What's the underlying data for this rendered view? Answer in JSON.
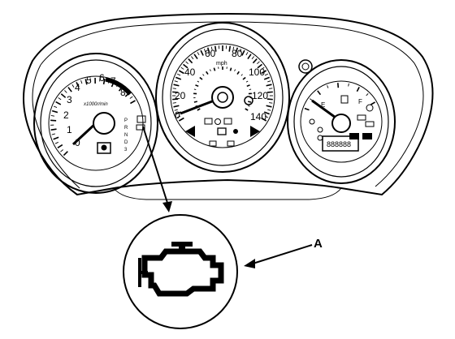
{
  "tachometer": {
    "ticks": [
      "0",
      "1",
      "2",
      "3",
      "4",
      "5",
      "6",
      "7",
      "8"
    ],
    "unit_label": "x1000r/min",
    "gear_letters": [
      "P",
      "R",
      "N",
      "D",
      "3"
    ]
  },
  "speedometer": {
    "ticks": [
      "0",
      "20",
      "40",
      "60",
      "80",
      "100",
      "120",
      "140"
    ],
    "unit_label": "mph"
  },
  "fuel_gauge": {
    "empty": "E",
    "full": "F",
    "odometer": "888888"
  },
  "callout": {
    "label": "A"
  }
}
